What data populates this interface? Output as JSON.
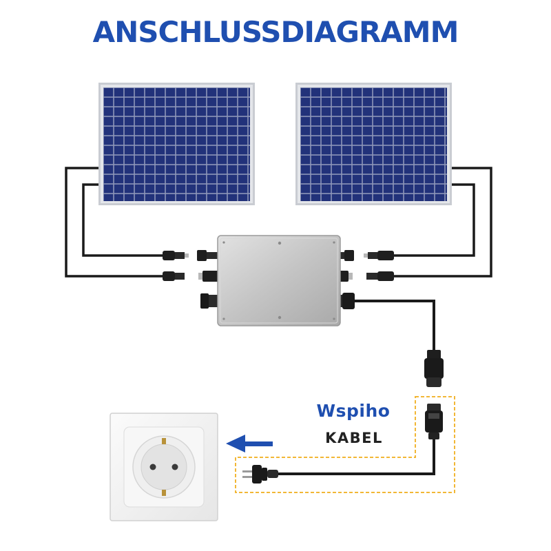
{
  "title": "ANSCHLUSSDIAGRAMM",
  "cable": {
    "brand": "Wspiho",
    "label": "KABEL"
  },
  "colors": {
    "title": "#1f4fb0",
    "panel_cell": "#22327a",
    "panel_frame": "#c9ccd2",
    "wire": "#1a1a1a",
    "inverter": "#c6c6c6",
    "highlight_box": "#f2b736",
    "arrow": "#1f4fb0"
  },
  "icons": {
    "panels": [
      "solar-panel-icon",
      "solar-panel-icon"
    ],
    "inverter": "micro-inverter-icon",
    "socket": "schuko-socket-icon",
    "plug": "schuko-plug-icon",
    "arrow": "arrow-left-icon"
  }
}
